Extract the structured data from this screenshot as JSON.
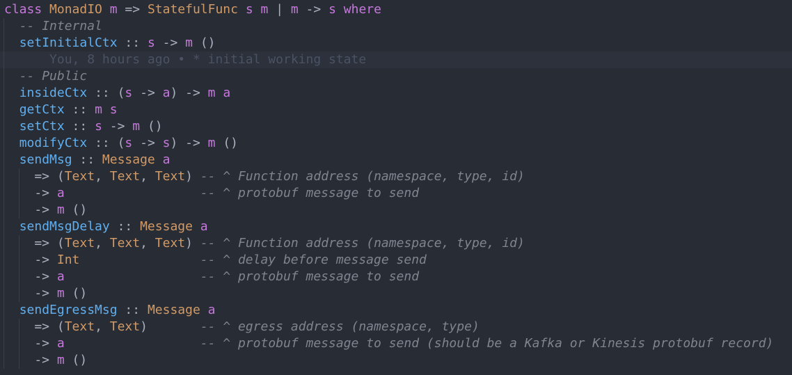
{
  "editor": {
    "current_line": 3,
    "lines": [
      {
        "indent": 0,
        "tokens": [
          [
            "class",
            "kw"
          ],
          [
            " "
          ],
          [
            "MonadIO",
            "ty"
          ],
          [
            " "
          ],
          [
            "m",
            "tv"
          ],
          [
            " => ",
            "op"
          ],
          [
            "StatefulFunc",
            "ty"
          ],
          [
            " "
          ],
          [
            "s",
            "tv"
          ],
          [
            " "
          ],
          [
            "m",
            "tv"
          ],
          [
            " | ",
            "op"
          ],
          [
            "m",
            "tv"
          ],
          [
            " -> ",
            "op"
          ],
          [
            "s",
            "tv"
          ],
          [
            " "
          ],
          [
            "where",
            "kw"
          ]
        ]
      },
      {
        "indent": 1,
        "tokens": [
          [
            "  "
          ],
          [
            "-- Internal",
            "cm"
          ]
        ]
      },
      {
        "indent": 1,
        "tokens": [
          [
            "  "
          ],
          [
            "setInitialCtx",
            "fn"
          ],
          [
            " :: ",
            "op"
          ],
          [
            "s",
            "tv"
          ],
          [
            " -> ",
            "op"
          ],
          [
            "m",
            "tv"
          ],
          [
            " ()",
            "op"
          ]
        ]
      },
      {
        "indent": 1,
        "tokens": [
          [
            "      "
          ],
          [
            "You, 8 hours ago • * initial working state",
            "blame"
          ]
        ]
      },
      {
        "indent": 1,
        "tokens": [
          [
            "  "
          ],
          [
            "-- Public",
            "cm"
          ]
        ]
      },
      {
        "indent": 1,
        "tokens": [
          [
            "  "
          ],
          [
            "insideCtx",
            "fn"
          ],
          [
            " :: (",
            "op"
          ],
          [
            "s",
            "tv"
          ],
          [
            " -> ",
            "op"
          ],
          [
            "a",
            "tv"
          ],
          [
            ") -> ",
            "op"
          ],
          [
            "m",
            "tv"
          ],
          [
            " "
          ],
          [
            "a",
            "tv"
          ]
        ]
      },
      {
        "indent": 1,
        "tokens": [
          [
            "  "
          ],
          [
            "getCtx",
            "fn"
          ],
          [
            " :: ",
            "op"
          ],
          [
            "m",
            "tv"
          ],
          [
            " "
          ],
          [
            "s",
            "tv"
          ]
        ]
      },
      {
        "indent": 1,
        "tokens": [
          [
            "  "
          ],
          [
            "setCtx",
            "fn"
          ],
          [
            " :: ",
            "op"
          ],
          [
            "s",
            "tv"
          ],
          [
            " -> ",
            "op"
          ],
          [
            "m",
            "tv"
          ],
          [
            " ()",
            "op"
          ]
        ]
      },
      {
        "indent": 1,
        "tokens": [
          [
            "  "
          ],
          [
            "modifyCtx",
            "fn"
          ],
          [
            " :: (",
            "op"
          ],
          [
            "s",
            "tv"
          ],
          [
            " -> ",
            "op"
          ],
          [
            "s",
            "tv"
          ],
          [
            ") -> ",
            "op"
          ],
          [
            "m",
            "tv"
          ],
          [
            " ()",
            "op"
          ]
        ]
      },
      {
        "indent": 1,
        "tokens": [
          [
            "  "
          ],
          [
            "sendMsg",
            "fn"
          ],
          [
            " :: ",
            "op"
          ],
          [
            "Message",
            "ty"
          ],
          [
            " "
          ],
          [
            "a",
            "tv"
          ]
        ]
      },
      {
        "indent": 2,
        "tokens": [
          [
            "    => (",
            "op"
          ],
          [
            "Text",
            "ty"
          ],
          [
            ", ",
            "op"
          ],
          [
            "Text",
            "ty"
          ],
          [
            ", ",
            "op"
          ],
          [
            "Text",
            "ty"
          ],
          [
            ") ",
            "op"
          ],
          [
            "-- ^ Function address (namespace, type, id)",
            "cm"
          ]
        ]
      },
      {
        "indent": 2,
        "tokens": [
          [
            "    -> ",
            "op"
          ],
          [
            "a",
            "tv"
          ],
          [
            "                  "
          ],
          [
            "-- ^ protobuf message to send",
            "cm"
          ]
        ]
      },
      {
        "indent": 2,
        "tokens": [
          [
            "    -> ",
            "op"
          ],
          [
            "m",
            "tv"
          ],
          [
            " ()",
            "op"
          ]
        ]
      },
      {
        "indent": 1,
        "tokens": [
          [
            "  "
          ],
          [
            "sendMsgDelay",
            "fn"
          ],
          [
            " :: ",
            "op"
          ],
          [
            "Message",
            "ty"
          ],
          [
            " "
          ],
          [
            "a",
            "tv"
          ]
        ]
      },
      {
        "indent": 2,
        "tokens": [
          [
            "    => (",
            "op"
          ],
          [
            "Text",
            "ty"
          ],
          [
            ", ",
            "op"
          ],
          [
            "Text",
            "ty"
          ],
          [
            ", ",
            "op"
          ],
          [
            "Text",
            "ty"
          ],
          [
            ") ",
            "op"
          ],
          [
            "-- ^ Function address (namespace, type, id)",
            "cm"
          ]
        ]
      },
      {
        "indent": 2,
        "tokens": [
          [
            "    -> ",
            "op"
          ],
          [
            "Int",
            "ty"
          ],
          [
            "                "
          ],
          [
            "-- ^ delay before message send",
            "cm"
          ]
        ]
      },
      {
        "indent": 2,
        "tokens": [
          [
            "    -> ",
            "op"
          ],
          [
            "a",
            "tv"
          ],
          [
            "                  "
          ],
          [
            "-- ^ protobuf message to send",
            "cm"
          ]
        ]
      },
      {
        "indent": 2,
        "tokens": [
          [
            "    -> ",
            "op"
          ],
          [
            "m",
            "tv"
          ],
          [
            " ()",
            "op"
          ]
        ]
      },
      {
        "indent": 1,
        "tokens": [
          [
            "  "
          ],
          [
            "sendEgressMsg",
            "fn"
          ],
          [
            " :: ",
            "op"
          ],
          [
            "Message",
            "ty"
          ],
          [
            " "
          ],
          [
            "a",
            "tv"
          ]
        ]
      },
      {
        "indent": 2,
        "tokens": [
          [
            "    => (",
            "op"
          ],
          [
            "Text",
            "ty"
          ],
          [
            ", ",
            "op"
          ],
          [
            "Text",
            "ty"
          ],
          [
            ")       ",
            "op"
          ],
          [
            "-- ^ egress address (namespace, type)",
            "cm"
          ]
        ]
      },
      {
        "indent": 2,
        "tokens": [
          [
            "    -> ",
            "op"
          ],
          [
            "a",
            "tv"
          ],
          [
            "                  "
          ],
          [
            "-- ^ protobuf message to send (should be a Kafka or Kinesis protobuf record)",
            "cm"
          ]
        ]
      },
      {
        "indent": 2,
        "tokens": [
          [
            "    -> ",
            "op"
          ],
          [
            "m",
            "tv"
          ],
          [
            " ()",
            "op"
          ]
        ]
      }
    ]
  }
}
